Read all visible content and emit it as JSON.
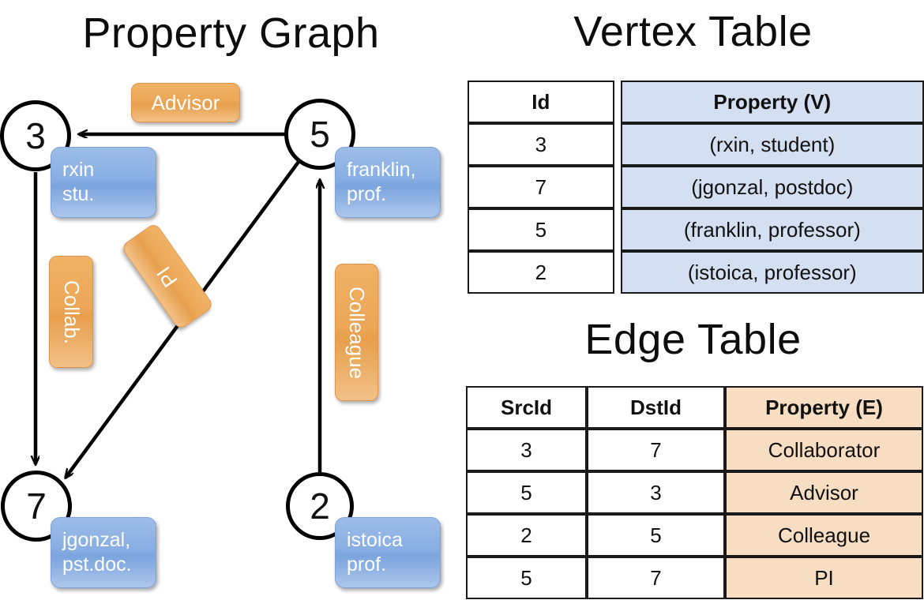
{
  "titles": {
    "property_graph": "Property Graph",
    "vertex_table": "Vertex Table",
    "edge_table": "Edge Table"
  },
  "graph": {
    "nodes": [
      {
        "id": "3",
        "property_label": "rxin\nstu.",
        "line1": "rxin",
        "line2": "stu."
      },
      {
        "id": "5",
        "property_label": "franklin,\nprof.",
        "line1": "franklin,",
        "line2": "prof."
      },
      {
        "id": "7",
        "property_label": "jgonzal,\npst.doc.",
        "line1": "jgonzal,",
        "line2": "pst.doc."
      },
      {
        "id": "2",
        "property_label": "istoica\nprof.",
        "line1": "istoica",
        "line2": "prof."
      }
    ],
    "edge_labels": [
      {
        "name": "advisor-chip",
        "text": "Advisor"
      },
      {
        "name": "collab-chip",
        "text": "Collab."
      },
      {
        "name": "pi-chip",
        "text": "PI"
      },
      {
        "name": "colleague-chip",
        "text": "Colleague"
      }
    ],
    "edges": [
      {
        "from": "5",
        "to": "3",
        "label": "Advisor"
      },
      {
        "from": "3",
        "to": "7",
        "label": "Collab."
      },
      {
        "from": "5",
        "to": "7",
        "label": "PI"
      },
      {
        "from": "2",
        "to": "5",
        "label": "Colleague"
      }
    ]
  },
  "vertex_table": {
    "headers": [
      "Id",
      "Property (V)"
    ],
    "rows": [
      {
        "id": "3",
        "property": "(rxin, student)"
      },
      {
        "id": "7",
        "property": "(jgonzal, postdoc)"
      },
      {
        "id": "5",
        "property": "(franklin, professor)"
      },
      {
        "id": "2",
        "property": "(istoica, professor)"
      }
    ]
  },
  "edge_table": {
    "headers": [
      "SrcId",
      "DstId",
      "Property (E)"
    ],
    "rows": [
      {
        "src": "3",
        "dst": "7",
        "property": "Collaborator"
      },
      {
        "src": "5",
        "dst": "3",
        "property": "Advisor"
      },
      {
        "src": "2",
        "dst": "5",
        "property": "Colleague"
      },
      {
        "src": "5",
        "dst": "7",
        "property": "PI"
      }
    ]
  },
  "colors": {
    "vertex_cell": "#d4dff1",
    "edge_cell": "#f7ddc2",
    "bubble_blue": "#88aee3",
    "chip_orange": "#eca757",
    "stroke": "#000000",
    "background": "#ffffff"
  }
}
